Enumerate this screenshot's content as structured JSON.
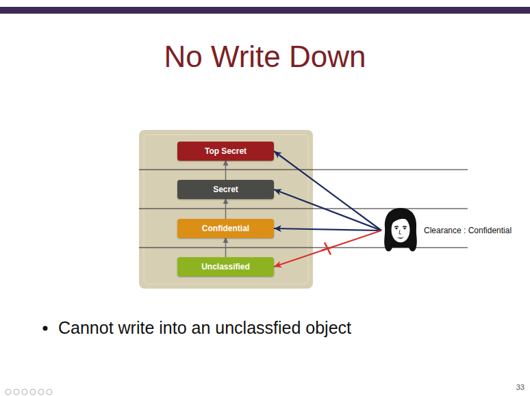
{
  "diagram": {
    "title": "No Write Down",
    "nodes": [
      {
        "text": [
          "Top Secret"
        ]
      },
      {
        "text": [
          "Secret"
        ]
      },
      {
        "text": [
          "Confidential"
        ]
      },
      {
        "text": [
          "Unclassified"
        ]
      },
      {
        "text": [
          "Clearance : Confidential"
        ]
      }
    ],
    "edges": [
      {
        "from": 3,
        "to": 2,
        "arrow": "to"
      },
      {
        "from": 2,
        "to": 1,
        "arrow": "to"
      },
      {
        "from": 1,
        "to": 0,
        "arrow": "to"
      },
      {
        "from": 4,
        "to": 0,
        "arrow": "to"
      },
      {
        "from": 4,
        "to": 1,
        "arrow": "to"
      },
      {
        "from": 4,
        "to": 2,
        "arrow": "to"
      },
      {
        "from": 4,
        "to": 3,
        "arrow": "to"
      }
    ],
    "labels": [
      "Cannot write into an unclassfied object",
      "33"
    ]
  }
}
